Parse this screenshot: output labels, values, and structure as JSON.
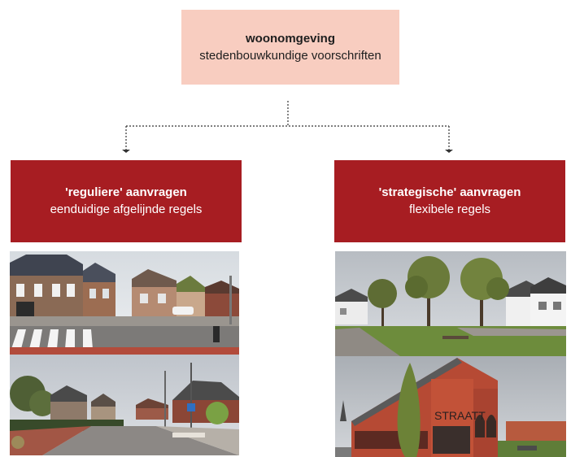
{
  "root": {
    "title": "woonomgeving",
    "subtitle": "stedenbouwkundige voorschriften"
  },
  "left": {
    "title": "'reguliere' aanvragen",
    "subtitle": "eenduidige afgelijnde regels"
  },
  "right": {
    "title": "'strategische' aanvragen",
    "subtitle": "flexibele regels"
  },
  "signs": {
    "straat": "STRAATT"
  },
  "colors": {
    "root_fill": "#f8cdc0",
    "branch_fill": "#a71d22",
    "connector": "#333333"
  }
}
